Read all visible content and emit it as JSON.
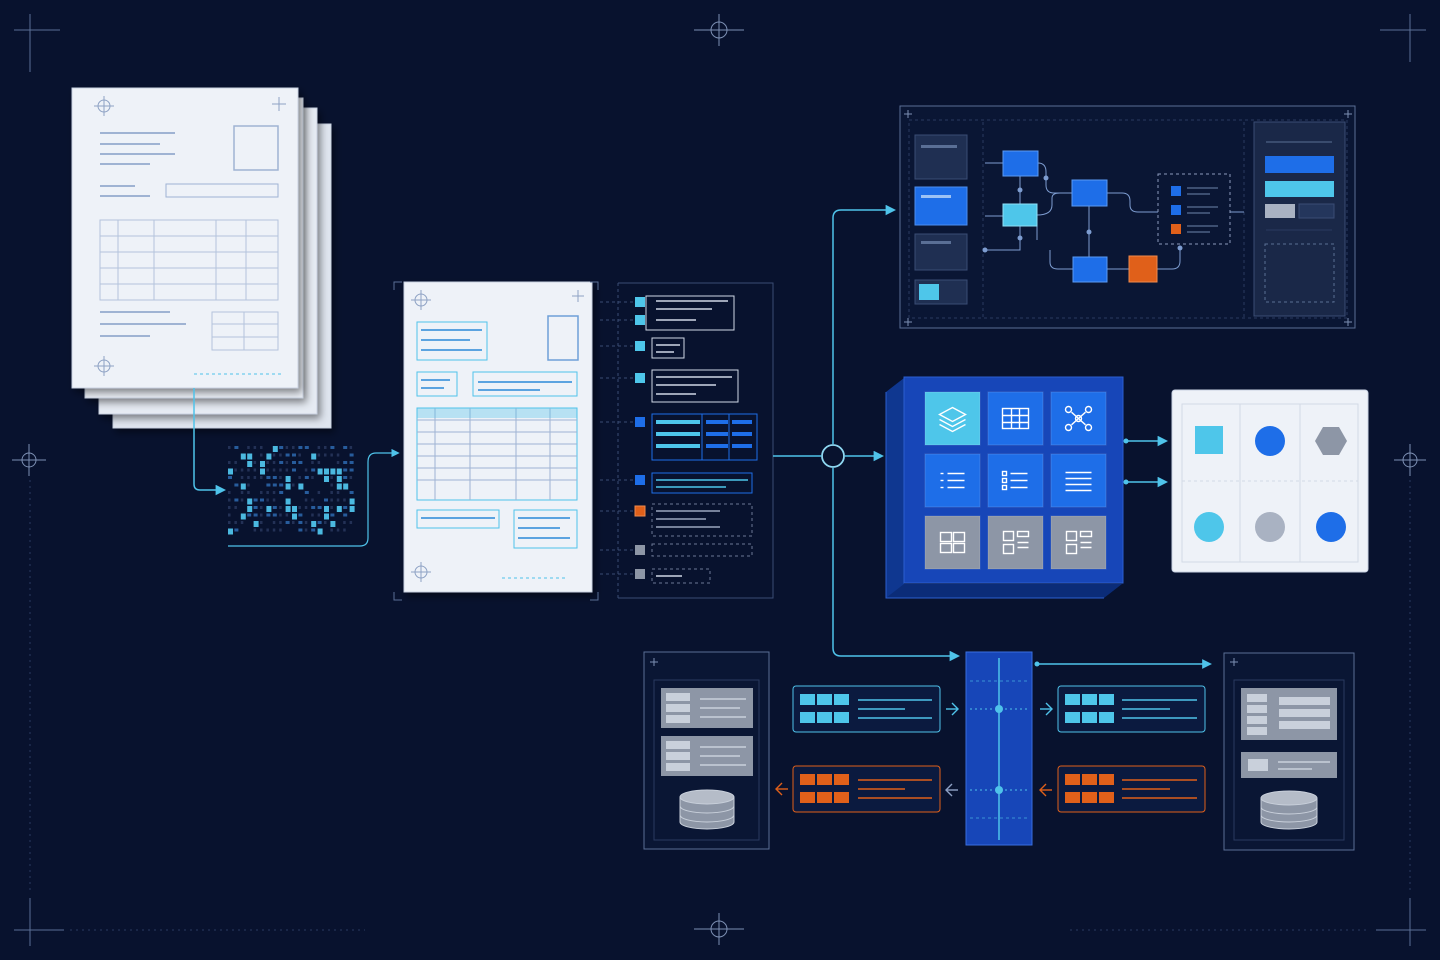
{
  "colors": {
    "background": "#08122e",
    "frame": "#5a6f95",
    "frame_dim": "#2a3a60",
    "connector": "#4fc3ea",
    "paper": "#eef2f8",
    "paper_edge": "#c9d2e2",
    "paper_line": "#9fb3d3",
    "accent_blue": "#1e6ee8",
    "deep_blue": "#0f3fa8",
    "royal_blue": "#1746b8",
    "cyan": "#4ec6ea",
    "orange": "#e0601a",
    "gray": "#8d96a6",
    "panel": "#0d1a3c",
    "panel_card": "#1f2f52"
  },
  "icons": {
    "layers": "layers-icon",
    "table": "table-icon",
    "network": "network-icon",
    "list": "list-icon",
    "checklist": "checklist-icon",
    "text_lines": "text-lines-icon",
    "grid": "grid-icon",
    "layout": "layout-icon",
    "database": "database-icon",
    "crosshair": "crosshair-icon",
    "arrow": "arrow-icon"
  },
  "stages": [
    "source-document-stack",
    "digitization-grid",
    "annotated-document",
    "extracted-fields-panel",
    "hub-node",
    "workflow-canvas",
    "component-library-cube",
    "shape-palette",
    "sync-systems"
  ]
}
